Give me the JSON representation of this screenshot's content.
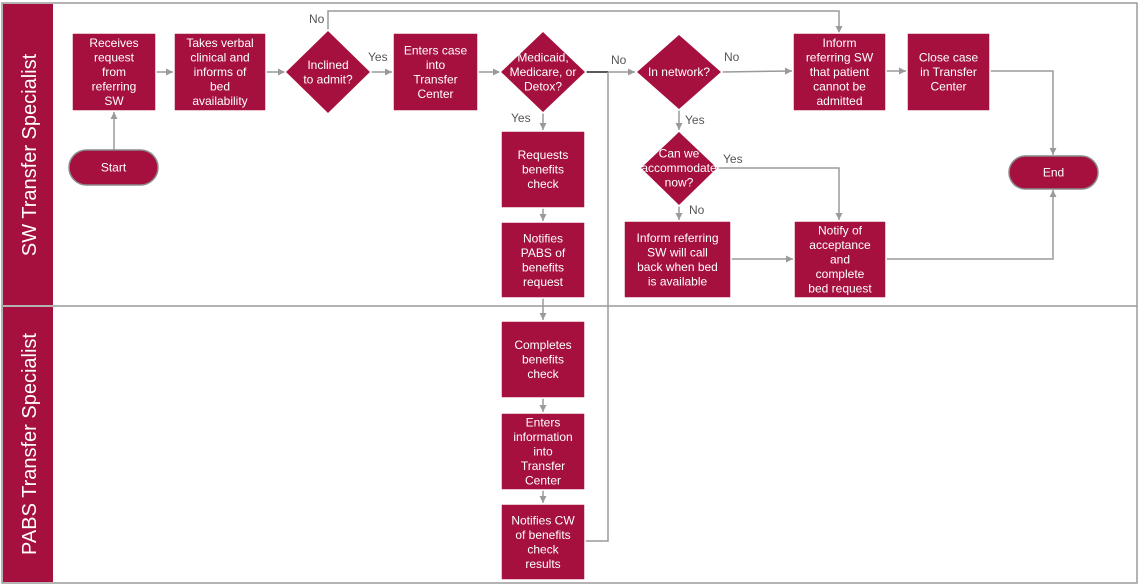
{
  "lanes": [
    {
      "id": "sw",
      "title": "SW Transfer Specialist"
    },
    {
      "id": "pabs",
      "title": "PABS Transfer Specialist"
    }
  ],
  "nodes": {
    "start": {
      "label": [
        "Start"
      ]
    },
    "receives_request": {
      "label": [
        "Receives",
        "request",
        "from",
        "referring",
        "SW"
      ]
    },
    "takes_verbal": {
      "label": [
        "Takes verbal",
        "clinical and",
        "informs of",
        "bed",
        "availability"
      ]
    },
    "inclined_to_admit": {
      "label": [
        "Inclined",
        "to admit?"
      ]
    },
    "enters_case": {
      "label": [
        "Enters case",
        "into",
        "Transfer",
        "Center"
      ]
    },
    "medicaid_check": {
      "label": [
        "Medicaid,",
        "Medicare, or",
        "Detox?"
      ]
    },
    "in_network": {
      "label": [
        "In network?"
      ]
    },
    "inform_cannot_admit": {
      "label": [
        "Inform",
        "referring SW",
        "that patient",
        "cannot be",
        "admitted"
      ]
    },
    "close_case": {
      "label": [
        "Close case",
        "in Transfer",
        "Center"
      ]
    },
    "end": {
      "label": [
        "End"
      ]
    },
    "requests_benefits": {
      "label": [
        "Requests",
        "benefits",
        "check"
      ]
    },
    "notifies_pabs": {
      "label": [
        "Notifies",
        "PABS of",
        "benefits",
        "request"
      ]
    },
    "can_accommodate": {
      "label": [
        "Can we",
        "accommodate",
        "now?"
      ]
    },
    "inform_call_back": {
      "label": [
        "Inform referring",
        "SW will call",
        "back when bed",
        "is available"
      ]
    },
    "notify_acceptance": {
      "label": [
        "Notify of",
        "acceptance",
        "and",
        "complete",
        "bed request"
      ]
    },
    "completes_benefits": {
      "label": [
        "Completes",
        "benefits",
        "check"
      ]
    },
    "enters_information": {
      "label": [
        "Enters",
        "information",
        "into",
        "Transfer",
        "Center"
      ]
    },
    "notifies_cw": {
      "label": [
        "Notifies CW",
        "of benefits",
        "check",
        "results"
      ]
    }
  },
  "edge_labels": {
    "no_top": "No",
    "yes_inclined": "Yes",
    "no_medicaid": "No",
    "yes_medicaid": "Yes",
    "no_network": "No",
    "yes_network": "Yes",
    "yes_accommodate": "Yes",
    "no_accommodate": "No"
  },
  "colors": {
    "shape_fill": "#a5103f",
    "lane_header": "#a5103f",
    "connector": "#9a9a9a",
    "border": "#9a9a9a"
  }
}
